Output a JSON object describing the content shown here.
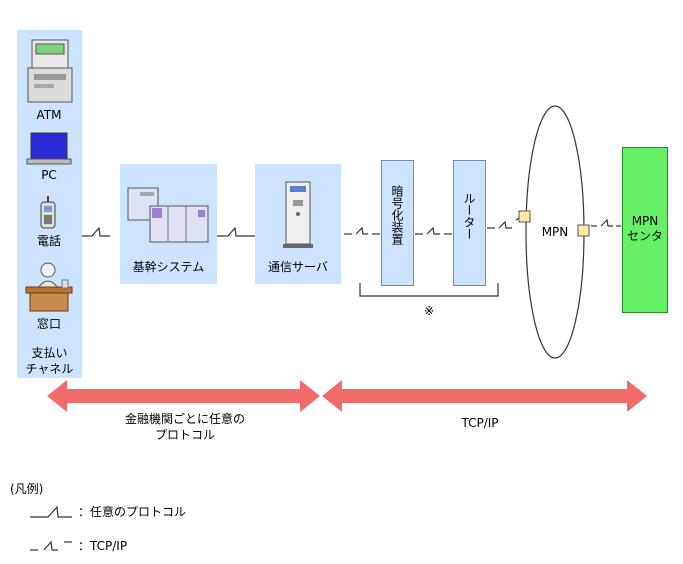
{
  "channels": {
    "atm": "ATM",
    "pc": "PC",
    "phone": "電話",
    "counter": "窓口",
    "group_label_1": "支払い",
    "group_label_2": "チャネル"
  },
  "nodes": {
    "core_system": "基幹システム",
    "comm_server": "通信サーバ",
    "encryption": "暗号化装置",
    "router": "ルーター",
    "mpn": "MPN",
    "mpn_center_1": "MPN",
    "mpn_center_2": "センタ"
  },
  "bracket_note": "※",
  "spans": {
    "left_1": "金融機関ごとに任意の",
    "left_2": "プロトコル",
    "right": "TCP/IP"
  },
  "legend": {
    "title": "(凡例)",
    "solid_label": "：任意のプロトコル",
    "dashed_label": "：TCP/IP"
  },
  "colors": {
    "panel": "#cce4ff",
    "arrow": "#f26b6b",
    "mpn_center": "#66f066",
    "connector": "#ffe9a6"
  }
}
